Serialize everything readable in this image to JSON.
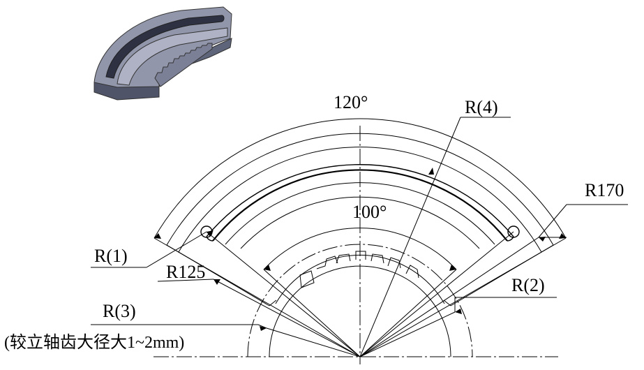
{
  "drawing": {
    "angle_outer": "120°",
    "angle_inner": "100°",
    "label_r4": "R(4)",
    "label_r170": "R170",
    "label_r1": "R(1)",
    "label_r125": "R125",
    "label_r2": "R(2)",
    "label_r3": "R(3)",
    "note_r3": "(较立轴齿大径大1~2mm)"
  },
  "colors": {
    "line": "#000000",
    "part_top": "#8a8fa6",
    "part_side": "#5a5f73"
  },
  "icons": {
    "part_preview": "3d-part-render"
  }
}
